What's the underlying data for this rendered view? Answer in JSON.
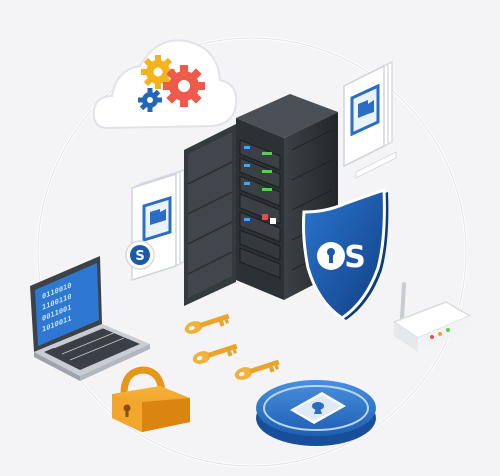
{
  "illustration": {
    "laptop_screen": {
      "binary_rows": [
        "0110010",
        "1100110",
        "0011001",
        "1010011"
      ]
    },
    "shield": {
      "logo_text": "S",
      "color": "#1b5aa8"
    },
    "badge": {
      "logo_text": "S"
    },
    "icons": [
      "cloud-gear-icon",
      "server-rack-icon",
      "video-file-icon",
      "shield-lock-icon",
      "laptop-icon",
      "router-icon",
      "key-icon",
      "padlock-icon",
      "keyhole-disc-icon"
    ],
    "colors": {
      "background": "#f4f3f5",
      "server": "#2f3438",
      "accent_blue": "#2b6cc4",
      "lock_orange": "#f2a326",
      "key_yellow": "#f0b23a"
    }
  }
}
